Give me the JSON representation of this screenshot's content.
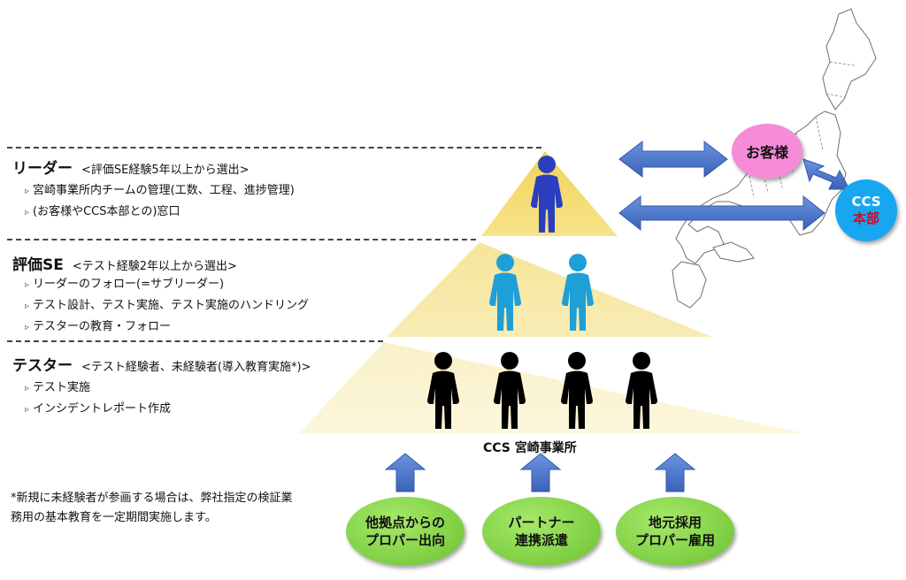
{
  "tiers": [
    {
      "title": "リーダー",
      "subtitle": "<評価SE経験5年以上から選出>",
      "bullets": [
        "宮崎事業所内チームの管理(工数、工程、進捗管理)",
        "(お客様やCCS本部との)窓口"
      ]
    },
    {
      "title": "評価SE",
      "subtitle": "<テスト経験2年以上から選出>",
      "bullets": [
        "リーダーのフォロー(=サブリーダー)",
        "テスト設計、テスト実施、テスト実施のハンドリング",
        "テスターの教育・フォロー"
      ]
    },
    {
      "title": "テスター",
      "subtitle": "<テスト経験者、未経験者(導入教育実施*)>",
      "bullets": [
        "テスト実施",
        "インシデントレポート作成"
      ]
    }
  ],
  "office_label": "CCS 宮崎事業所",
  "customer_label": "お客様",
  "hq": {
    "line1": "CCS",
    "line2": "本部"
  },
  "sources": [
    {
      "line1": "他拠点からの",
      "line2": "プロパー出向"
    },
    {
      "line1": "パートナー",
      "line2": "連携派遣"
    },
    {
      "line1": "地元採用",
      "line2": "プロパー雇用"
    }
  ],
  "note": "*新規に未経験者が参画する場合は、弊社指定の検証業務用の基本教育を一定期間実施します。",
  "colors": {
    "pyramid_top": "#f5e17a",
    "pyramid_mid": "#f7eaa6",
    "pyramid_bottom": "#fbf4d2",
    "leader_person": "#2a3fbf",
    "se_person": "#1f9fd8",
    "tester_person": "#000000",
    "arrow_blue": "#4a74c9",
    "customer_pink": "#f58bd9",
    "hq_blue": "#16a7f0",
    "hq_red_text": "#e3001b",
    "source_green": "#86d44a"
  },
  "icons": [
    "person-icon",
    "double-arrow-icon",
    "up-arrow-icon",
    "japan-map"
  ]
}
